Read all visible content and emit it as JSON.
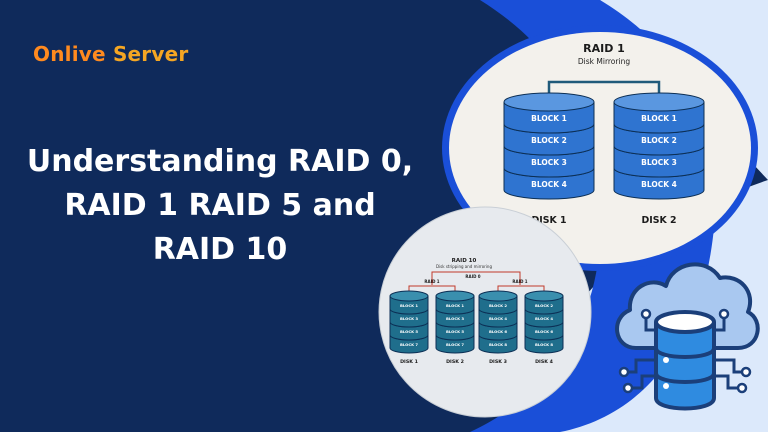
{
  "brand": {
    "part1": "Onlive",
    "part2": "Server"
  },
  "headline": {
    "line1": "Understanding RAID 0,",
    "line2": "RAID 1 RAID 5 and",
    "line3": "RAID 10"
  },
  "raid1": {
    "title": "RAID 1",
    "subtitle": "Disk Mirroring",
    "disks": [
      {
        "label": "DISK 1",
        "blocks": [
          "BLOCK 1",
          "BLOCK 2",
          "BLOCK 3",
          "BLOCK 4"
        ]
      },
      {
        "label": "DISK 2",
        "blocks": [
          "BLOCK 1",
          "BLOCK 2",
          "BLOCK 3",
          "BLOCK 4"
        ]
      }
    ]
  },
  "raid10": {
    "title": "RAID 10",
    "subtitle": "Disk stripping and mirroring",
    "raid0_label": "RAID 0",
    "raid1_left_label": "RAID 1",
    "raid1_right_label": "RAID 1",
    "disks": [
      {
        "label": "DISK 1",
        "blocks": [
          "BLOCK 1",
          "BLOCK 3",
          "BLOCK 5",
          "BLOCK 7"
        ]
      },
      {
        "label": "DISK 2",
        "blocks": [
          "BLOCK 1",
          "BLOCK 3",
          "BLOCK 5",
          "BLOCK 7"
        ]
      },
      {
        "label": "DISK 3",
        "blocks": [
          "BLOCK 2",
          "BLOCK 4",
          "BLOCK 6",
          "BLOCK 8"
        ]
      },
      {
        "label": "DISK 4",
        "blocks": [
          "BLOCK 2",
          "BLOCK 4",
          "BLOCK 6",
          "BLOCK 8"
        ]
      }
    ]
  },
  "colors": {
    "navy": "#0f2a5b",
    "accent_blue": "#1a4fd8",
    "sky": "#dce9fb",
    "disk_blue": "#2f74d0",
    "disk_teal": "#1f6e8c",
    "logo_orange": "#ff8a1f"
  },
  "icons": [
    "cloud-database-icon"
  ]
}
